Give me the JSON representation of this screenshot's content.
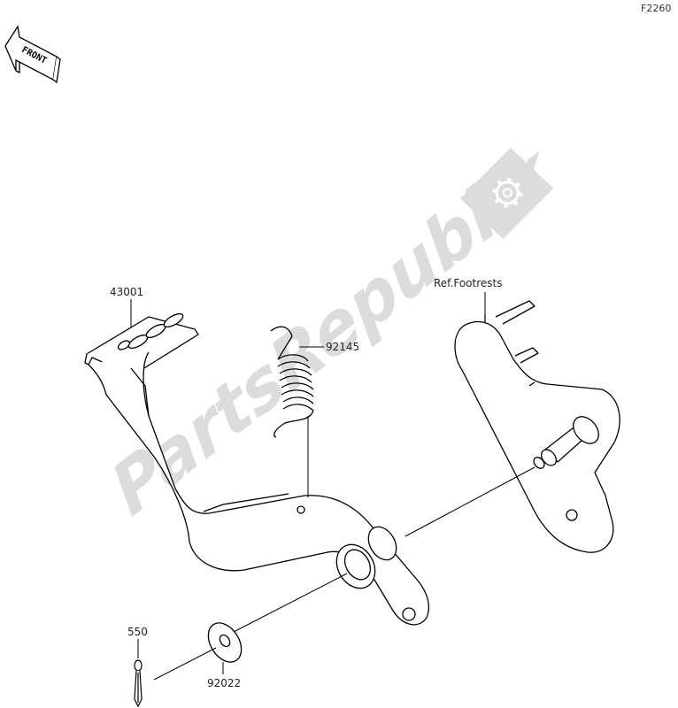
{
  "figure_code": "F2260",
  "front_arrow": {
    "label": "FRONT",
    "icon": "front-direction-arrow-icon"
  },
  "watermark": {
    "text": "PartsRepublik",
    "icon": "gear-icon",
    "color": "#dcdcdc"
  },
  "callouts": {
    "brake_pedal": "43001",
    "spring": "92145",
    "washer": "92022",
    "cotter_pin": "550",
    "footrest_ref": "Ref.Footrests"
  },
  "colors": {
    "line": "#000000",
    "background": "#ffffff",
    "watermark": "#dcdcdc"
  }
}
